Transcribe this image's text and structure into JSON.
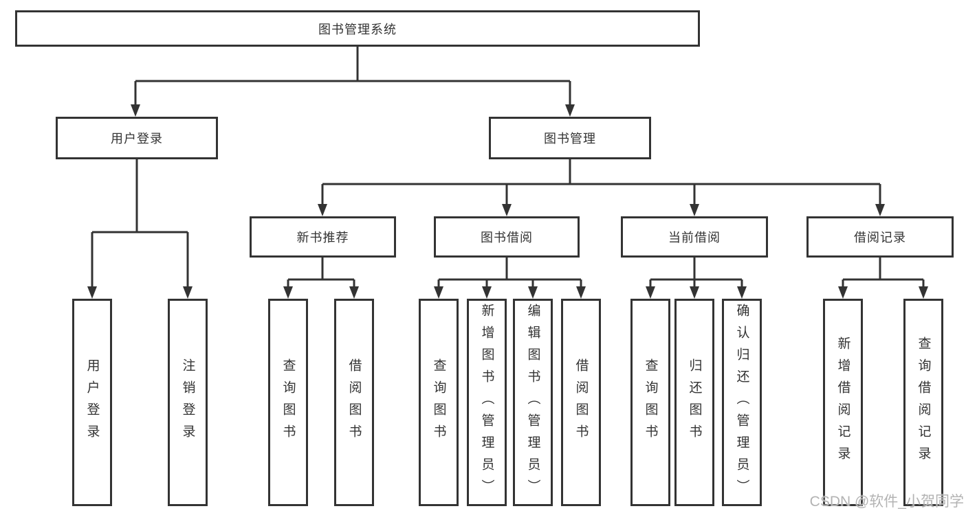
{
  "colors": {
    "line": "#333333",
    "text": "#333333",
    "watermark": "#b3b3b3"
  },
  "watermark": {
    "text": "CSDN @软件_小贺同学"
  },
  "tree": {
    "root": {
      "label": "图书管理系统"
    },
    "branches": [
      {
        "label": "用户登录",
        "children": [
          {
            "label": "用户登录"
          },
          {
            "label": "注销登录"
          }
        ]
      },
      {
        "label": "图书管理",
        "children": [
          {
            "label": "新书推荐",
            "children": [
              {
                "label": "查询图书"
              },
              {
                "label": "借阅图书"
              }
            ]
          },
          {
            "label": "图书借阅",
            "children": [
              {
                "label": "查询图书"
              },
              {
                "label": "新增图书（管理员）"
              },
              {
                "label": "编辑图书（管理员）"
              },
              {
                "label": "借阅图书"
              }
            ]
          },
          {
            "label": "当前借阅",
            "children": [
              {
                "label": "查询图书"
              },
              {
                "label": "归还图书"
              },
              {
                "label": "确认归还（管理员）"
              }
            ]
          },
          {
            "label": "借阅记录",
            "children": [
              {
                "label": "新增借阅记录"
              },
              {
                "label": "查询借阅记录"
              }
            ]
          }
        ]
      }
    ]
  }
}
